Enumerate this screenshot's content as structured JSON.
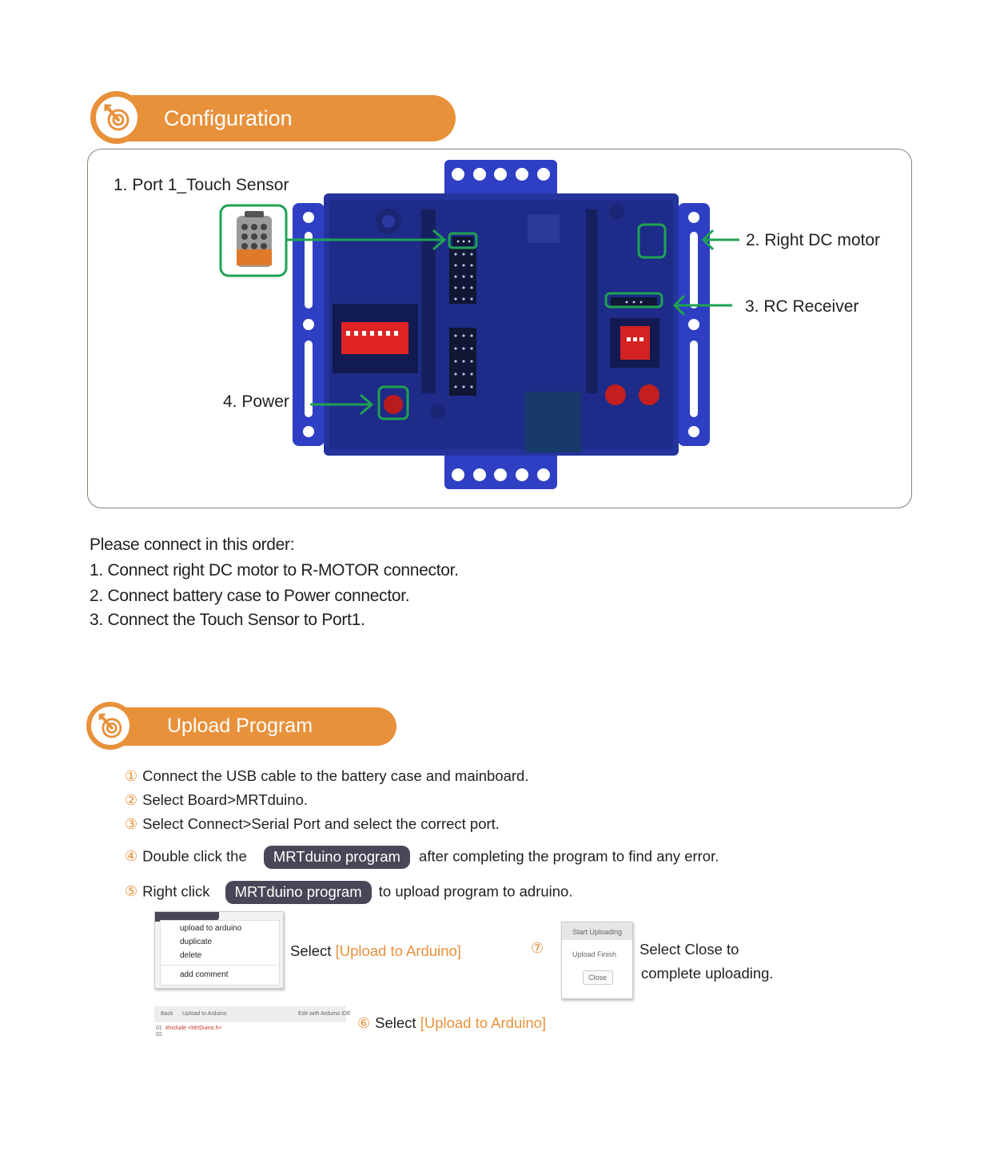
{
  "configuration": {
    "title": "Configuration",
    "labels": {
      "touch_sensor": "1. Port 1_Touch Sensor",
      "right_dc_motor": "2. Right DC motor",
      "rc_receiver": "3. RC Receiver",
      "power": "4. Power"
    }
  },
  "connect_order": {
    "intro": "Please connect in this order:",
    "steps": [
      "1. Connect right DC motor to R-MOTOR connector.",
      "2. Connect battery case to Power connector.",
      "3. Connect the Touch Sensor to Port1."
    ]
  },
  "upload": {
    "title": "Upload Program",
    "step1": {
      "num": "①",
      "text": "Connect the USB cable to the battery case and mainboard."
    },
    "step2": {
      "num": "②",
      "text": "Select Board>MRTduino."
    },
    "step3": {
      "num": "③",
      "text": "Select Connect>Serial Port and select the correct port."
    },
    "step4": {
      "num": "④",
      "before": "Double click the",
      "pill": "MRTduino program",
      "after": "after completing the program to find any error."
    },
    "step5": {
      "num": "⑤",
      "before": "Right click",
      "pill": "MRTduino program",
      "after": "to upload program to adruino."
    },
    "context_menu": [
      "upload to arduino",
      "duplicate",
      "delete",
      "add comment"
    ],
    "select_upload_prefix": "Select",
    "select_upload_highlight": "[Upload to Arduino]",
    "step6": {
      "num": "⑥",
      "prefix": "Select",
      "highlight": "[Upload to Arduino]"
    },
    "toolbar_shot": {
      "back": "Back",
      "upload": "Upload to Arduino",
      "edit": "Edit with Arduino IDE",
      "code": "#include <MrtDuino.h>",
      "line1": "01",
      "line2": "02"
    },
    "step7": {
      "num": "⑦",
      "line1": "Select Close to",
      "line2": "complete uploading."
    },
    "dialog_shot": {
      "title": "Start Uploading",
      "status": "Upload Finish",
      "close": "Close"
    }
  },
  "colors": {
    "accent": "#e8913b",
    "board": "#2b3aa0",
    "highlight_green": "#1fa351",
    "pill": "#4a4657"
  }
}
